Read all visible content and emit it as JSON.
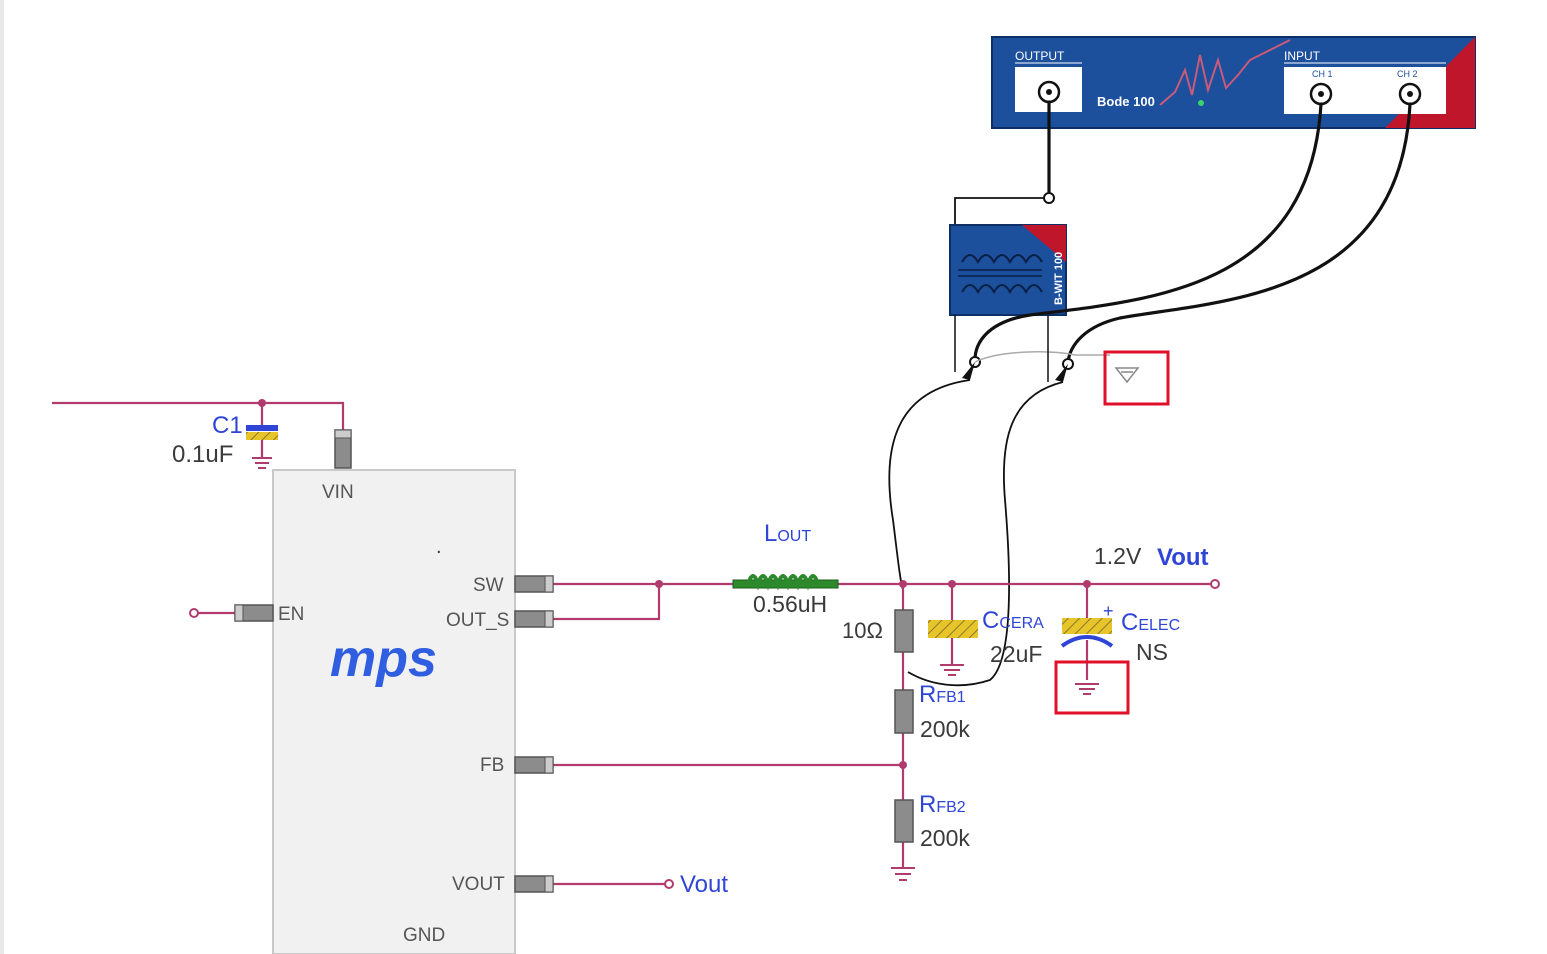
{
  "bode": {
    "output_label": "OUTPUT",
    "input_label": "INPUT",
    "model": "Bode 100",
    "ch1": "CH 1",
    "ch2": "CH 2"
  },
  "transformer": {
    "model": "B-WIT 100"
  },
  "ic": {
    "pins": {
      "vin": "VIN",
      "en": "EN",
      "sw": "SW",
      "out_s": "OUT_S",
      "fb": "FB",
      "vout": "VOUT",
      "gnd": "GND"
    },
    "logo": "mps",
    "dot": "."
  },
  "components": {
    "c1": {
      "name": "C1",
      "value": "0.1uF"
    },
    "lout": {
      "name": "L",
      "sub": "OUT",
      "value": "0.56uH"
    },
    "rinj": {
      "value": "10Ω"
    },
    "ccera": {
      "name": "C",
      "sub": "CERA",
      "value": "22uF"
    },
    "celec": {
      "name": "C",
      "sub": "ELEC",
      "value": "NS",
      "polarity": "+"
    },
    "rfb1": {
      "name": "R",
      "sub": "FB1",
      "value": "200k"
    },
    "rfb2": {
      "name": "R",
      "sub": "FB2",
      "value": "200k"
    }
  },
  "nets": {
    "output_voltage": "1.2V",
    "output_name": "Vout",
    "vout_net": "Vout"
  },
  "colors": {
    "wire": "#b23b6e",
    "bode_body": "#1c4f9c",
    "bode_accent": "#c0162c",
    "label_blue": "#2f45d6",
    "highlight": "#e0102a",
    "cap_fill": "#e7c52a"
  }
}
